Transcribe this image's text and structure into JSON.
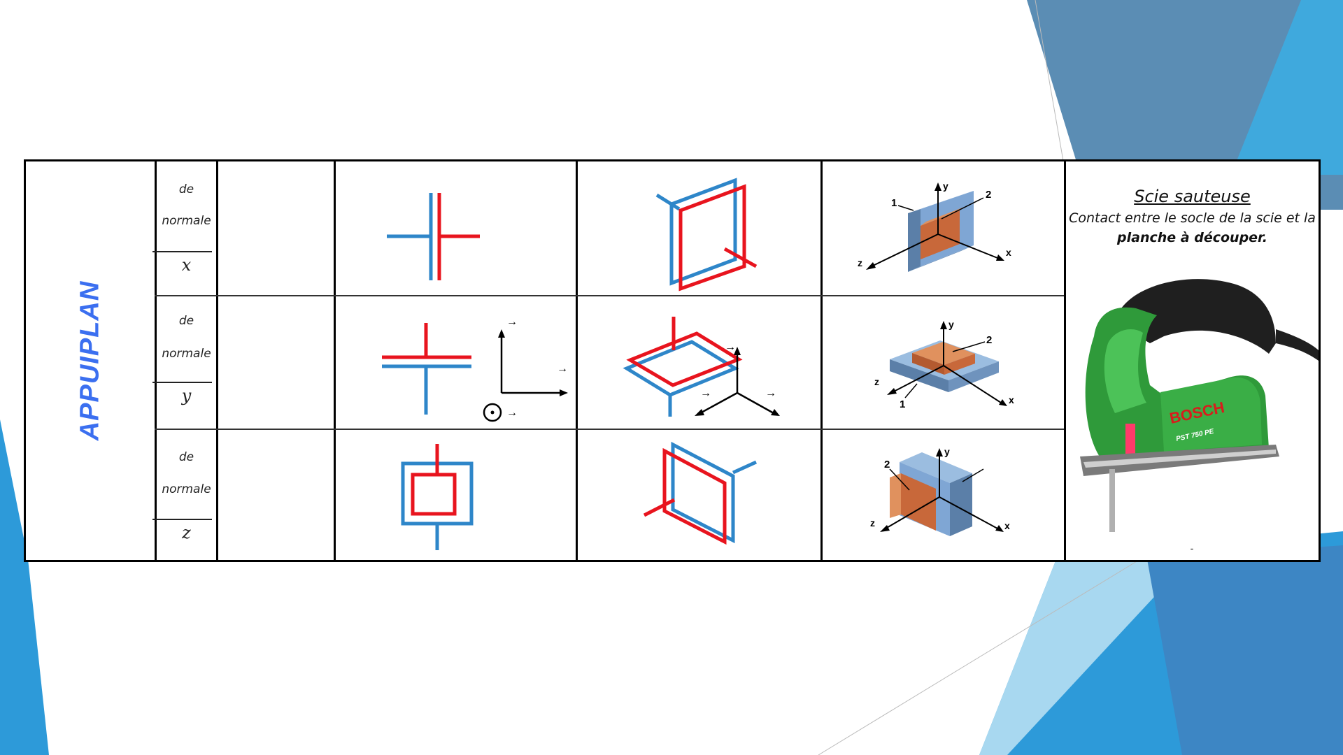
{
  "title": "APPUIPLAN",
  "rows": [
    {
      "line1": "de",
      "line2": "normale",
      "vector": "x"
    },
    {
      "line1": "de",
      "line2": "normale",
      "vector": "y"
    },
    {
      "line1": "de",
      "line2": "normale",
      "vector": "z"
    }
  ],
  "axis_labels": {
    "arrow": "→",
    "x": "x",
    "y": "y",
    "z": "z",
    "part1": "1",
    "part2": "2"
  },
  "example": {
    "heading": "Scie sauteuse",
    "desc_line1": "Contact entre le socle de la scie et la",
    "desc_line2": "planche à découper.",
    "brand": "BOSCH",
    "model": "PST 750 PE",
    "footnote": "-"
  },
  "colors": {
    "blue": "#2e86c9",
    "red": "#e8141e",
    "title": "#3b6ff0"
  }
}
